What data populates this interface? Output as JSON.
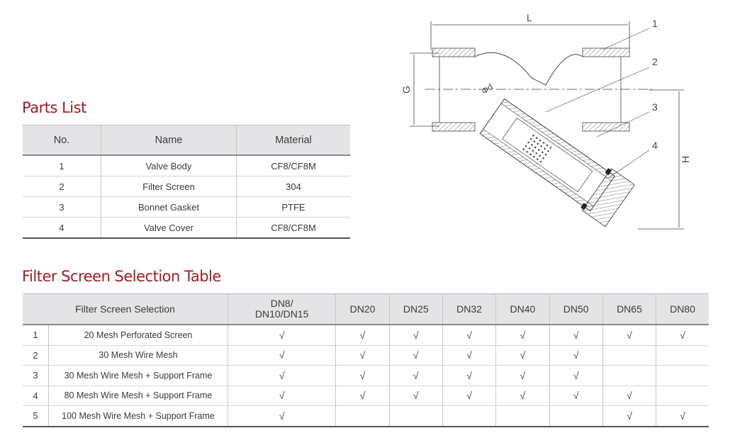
{
  "parts_list": {
    "title": "Parts List",
    "headers": [
      "No.",
      "Name",
      "Material"
    ],
    "rows": [
      [
        "1",
        "Valve Body",
        "CF8/CF8M"
      ],
      [
        "2",
        "Filter Screen",
        "304"
      ],
      [
        "3",
        "Bonnet Gasket",
        "PTFE"
      ],
      [
        "4",
        "Valve Cover",
        "CF8/CF8M"
      ]
    ]
  },
  "filter_table": {
    "title": "Filter Screen Selection Table",
    "header_label": "Filter Screen Selection",
    "dn_headers": [
      "DN8/\nDN10/DN15",
      "DN20",
      "DN25",
      "DN32",
      "DN40",
      "DN50",
      "DN65",
      "DN80"
    ],
    "rows": [
      {
        "no": "1",
        "name": "20 Mesh Perforated Screen",
        "marks": [
          "√",
          "√",
          "√",
          "√",
          "√",
          "√",
          "√",
          "√"
        ]
      },
      {
        "no": "2",
        "name": "30 Mesh Wire Mesh",
        "marks": [
          "√",
          "√",
          "√",
          "√",
          "√",
          "√",
          "",
          ""
        ]
      },
      {
        "no": "3",
        "name": "30 Mesh Wire Mesh + Support Frame",
        "marks": [
          "√",
          "√",
          "√",
          "√",
          "√",
          "√",
          "",
          ""
        ]
      },
      {
        "no": "4",
        "name": "80 Mesh Wire Mesh + Support Frame",
        "marks": [
          "√",
          "√",
          "√",
          "√",
          "√",
          "√",
          "√",
          ""
        ]
      },
      {
        "no": "5",
        "name": "100 Mesh Wire Mesh + Support Frame",
        "marks": [
          "√",
          "",
          "",
          "",
          "",
          "",
          "√",
          "√"
        ]
      }
    ]
  },
  "drawing": {
    "dim_L": "L",
    "dim_G": "G",
    "dim_H": "H",
    "dim_d": "Φd",
    "callouts": [
      "1",
      "2",
      "3",
      "4"
    ]
  },
  "colors": {
    "title": "#a01c22",
    "header_bg": "#e4e4e6"
  }
}
